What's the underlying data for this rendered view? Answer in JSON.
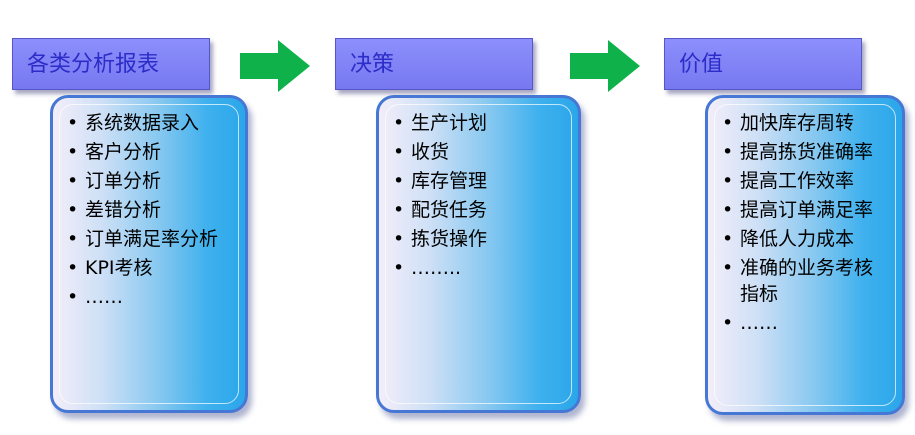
{
  "columns": [
    {
      "title": "各类分析报表",
      "items": [
        "系统数据录入",
        "客户分析",
        "订单分析",
        "差错分析",
        "订单满足率分析",
        "KPI考核",
        "……"
      ]
    },
    {
      "title": "决策",
      "items": [
        "生产计划",
        "收货",
        "库存管理",
        "配货任务",
        "拣货操作",
        "…….."
      ]
    },
    {
      "title": "价值",
      "items": [
        "加快库存周转",
        "提高拣货准确率",
        "提高工作效率",
        "提高订单满足率",
        "降低人力成本",
        "准确的业务考核指标",
        "……"
      ]
    }
  ],
  "colors": {
    "tab": "#7f80f5",
    "tab_text": "#2c2cc8",
    "card_border": "#4677d4",
    "arrow": "#0fb24a"
  }
}
